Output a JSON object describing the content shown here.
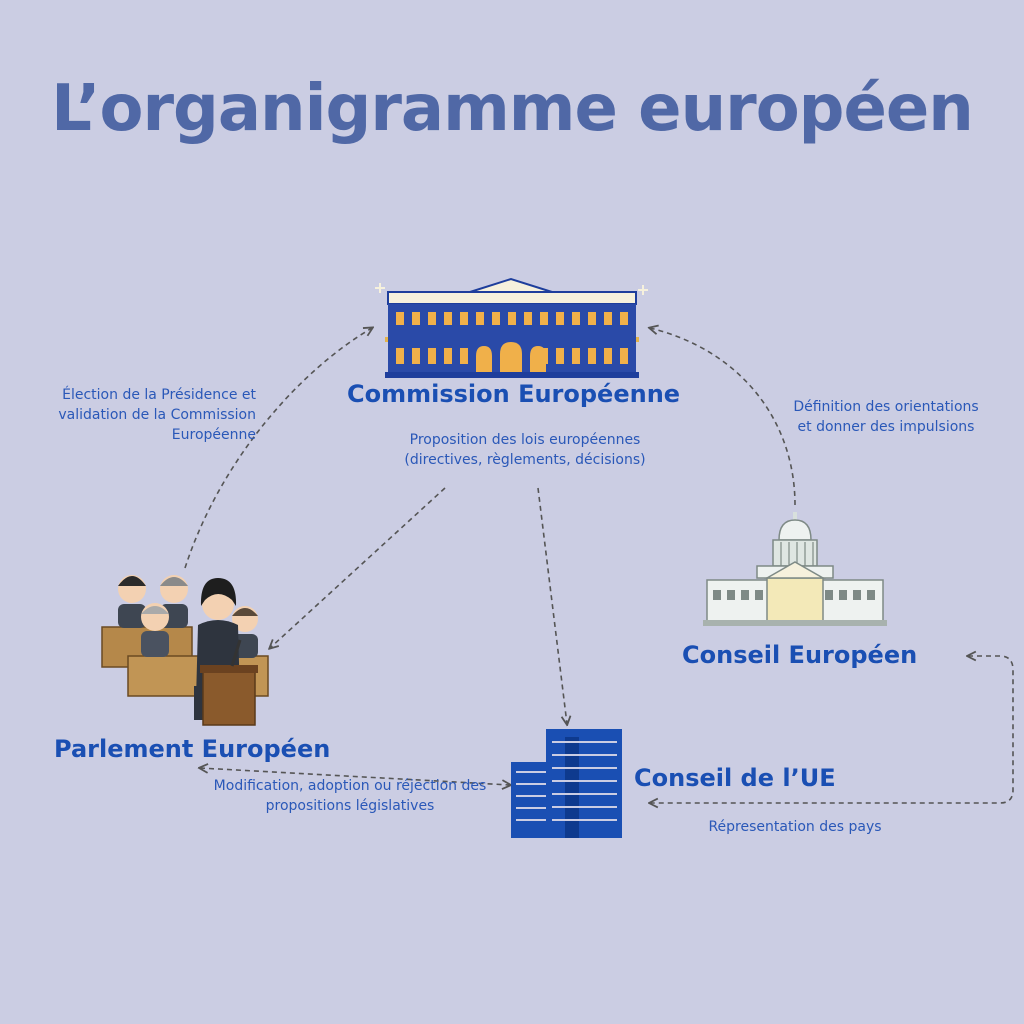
{
  "title": "L’organigramme européen",
  "nodes": {
    "commission": "Commission Européenne",
    "parlement": "Parlement Européen",
    "conseil_europeen": "Conseil Européen",
    "conseil_ue": "Conseil de l’UE"
  },
  "relations": {
    "election": [
      "Élection de la Présidence et",
      "validation de la Commission",
      "Européenne"
    ],
    "definition": [
      "Définition des orientations",
      "et donner des impulsions"
    ],
    "proposition": [
      "Proposition des lois européennes",
      "(directives, règlements, décisions)"
    ],
    "modification": [
      "Modification, adoption ou réjection des",
      "propositions législatives"
    ],
    "representation": [
      "Répresentation des pays"
    ]
  },
  "colors": {
    "background": "#cbcde3",
    "title": "#5068a6",
    "label": "#1a4fb3",
    "arrow": "#555555"
  }
}
